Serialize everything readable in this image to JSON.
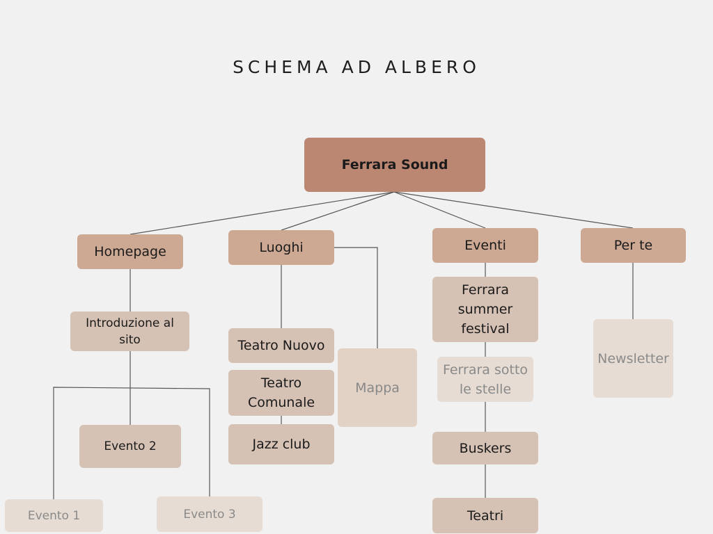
{
  "title": "SCHEMA AD ALBERO",
  "root": "Ferrara Sound",
  "homepage": {
    "label": "Homepage",
    "intro": "Introduzione al sito",
    "evento1": "Evento 1",
    "evento2": "Evento 2",
    "evento3": "Evento 3"
  },
  "luoghi": {
    "label": "Luoghi",
    "teatro_nuovo": "Teatro Nuovo",
    "teatro_comunale": "Teatro Comunale",
    "jazz_club": "Jazz club",
    "mappa": "Mappa"
  },
  "eventi": {
    "label": "Eventi",
    "summer_festival": "Ferrara summer festival",
    "sotto_stelle": "Ferrara sotto le stelle",
    "buskers": "Buskers",
    "teatri": "Teatri"
  },
  "per_te": {
    "label": "Per te",
    "newsletter": "Newsletter"
  },
  "colors": {
    "root": "#bc8772",
    "level1": "#cda994",
    "level2": "#d6c2b5",
    "faded": "#e2d2c6",
    "background": "#f1f1f1",
    "line": "#555555"
  }
}
